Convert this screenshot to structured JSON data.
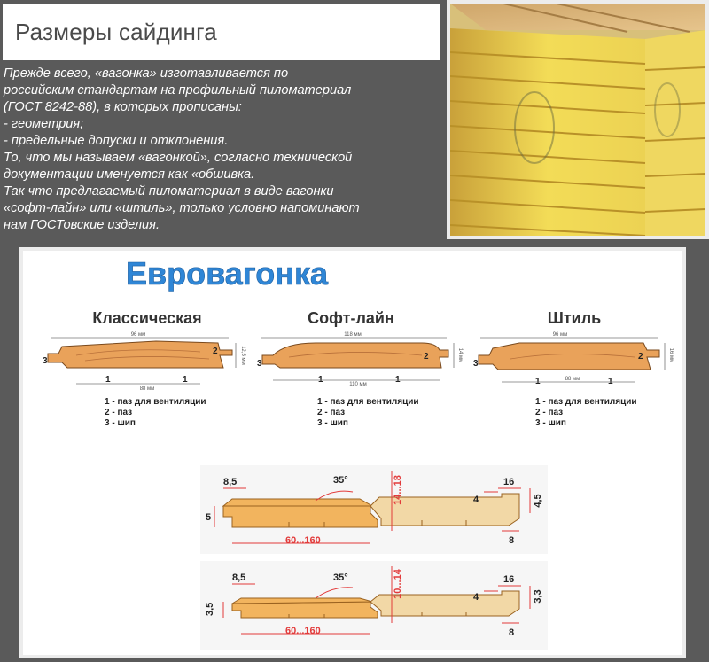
{
  "header": {
    "title": "Размеры сайдинга"
  },
  "intro": {
    "lines": [
      "Прежде всего, «вагонка» изготавливается по",
      "российским стандартам на профильный пиломатериал",
      "(ГОСТ 8242-88), в которых прописаны:",
      "- геометрия;",
      "- предельные допуски и отклонения.",
      "То, что мы называем «вагонкой», согласно технической",
      "документации именуется как «обшивка.",
      "Так что предлагаемый пиломатериал в виде вагонки",
      "«софт-лайн» или «штиль», только условно напоминают",
      "нам ГОСТовские изделия."
    ]
  },
  "diagram": {
    "heading": "Евровагонка",
    "profiles": [
      {
        "name": "Классическая",
        "top_dim": "96 мм",
        "bottom_dim": "88 мм",
        "side_dim": "12,5 мм",
        "legend": [
          "1 - паз для вентиляции",
          "2 - паз",
          "3 - шип"
        ]
      },
      {
        "name": "Софт-лайн",
        "top_dim": "118 мм",
        "bottom_dim": "110 мм",
        "side_dim": "14 мм",
        "legend": [
          "1 - паз для вентиляции",
          "2 - паз",
          "3 - шип"
        ]
      },
      {
        "name": "Штиль",
        "top_dim": "96 мм",
        "bottom_dim": "88 мм",
        "side_dim": "16 мм",
        "legend": [
          "1 - паз для вентиляции",
          "2 - паз",
          "3 - шип"
        ]
      }
    ],
    "callouts": {
      "one": "1",
      "two": "2",
      "three": "3"
    },
    "joint_a": {
      "d_tongue": "8,5",
      "angle": "35°",
      "thickness": "14...18",
      "groove_depth": "4",
      "d_right": "16",
      "d_right_side": "4,5",
      "d_left": "5",
      "width": "60...160",
      "d_bottom": "8"
    },
    "joint_b": {
      "d_tongue": "8,5",
      "angle": "35°",
      "thickness": "10...14",
      "groove_depth": "4",
      "d_right": "16",
      "d_right_side": "3,3",
      "d_left": "3,5",
      "width": "60...160",
      "d_bottom": "8"
    }
  },
  "colors": {
    "background": "#5a5a5a",
    "heading_blue": "#2f86d6",
    "wood": "#e9a25a",
    "wood_light": "#f2c88e",
    "dim_red": "#e23b3b"
  }
}
